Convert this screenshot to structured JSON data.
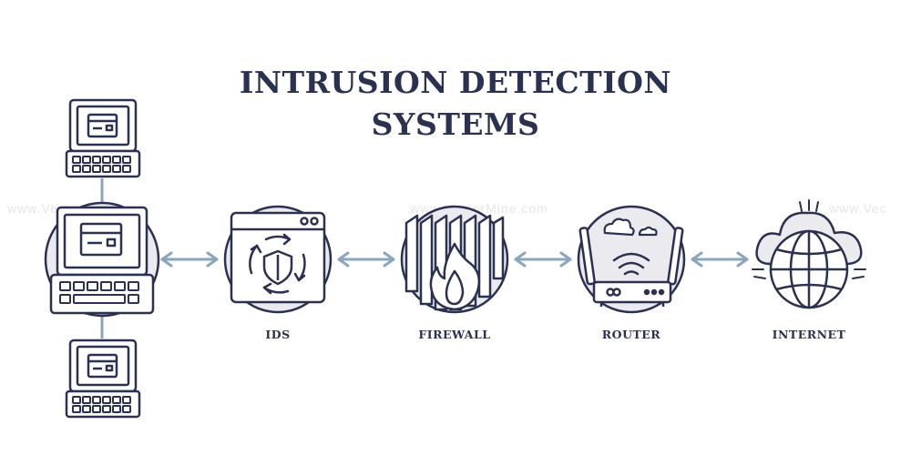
{
  "title": {
    "line1": "INTRUSION DETECTION",
    "line2": "SYSTEMS"
  },
  "nodes": [
    {
      "label": "IDS"
    },
    {
      "label": "FIREWALL"
    },
    {
      "label": "ROUTER"
    },
    {
      "label": "INTERNET"
    }
  ],
  "watermark": {
    "left": "www.VectorMine.com",
    "middle": "www.VectorMine.com",
    "right": "www.Vec"
  },
  "colors": {
    "ink": "#2b3150",
    "arrow": "#8aa6bf",
    "circle": "#eaeaef",
    "fill_light": "#f3f4f7"
  }
}
